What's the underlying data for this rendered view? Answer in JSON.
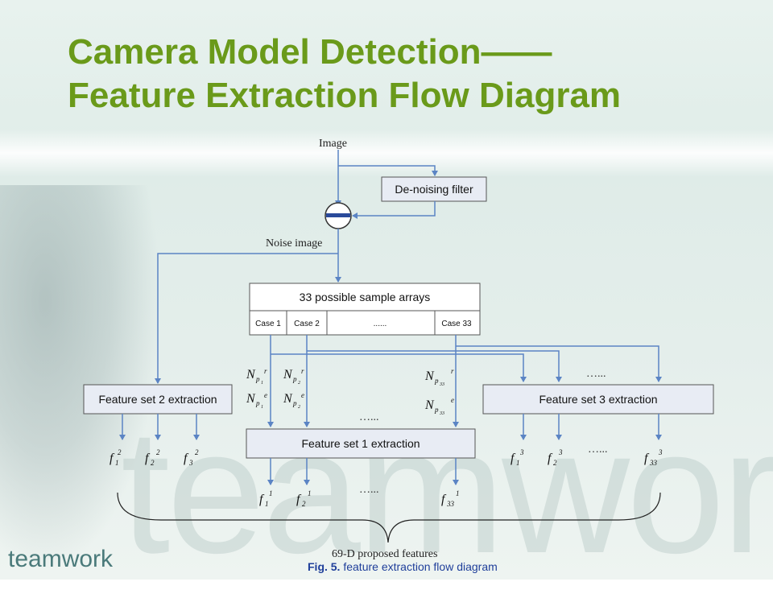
{
  "slide": {
    "title_line1": "Camera Model Detection——",
    "title_line2": "Feature Extraction Flow Diagram",
    "brand": "teamwork",
    "watermark": "teamwork",
    "caption_prefix": "Fig. 5.",
    "caption_text": " feature extraction flow diagram"
  },
  "diagram": {
    "image_label": "Image",
    "denoise_label": "De-noising filter",
    "noise_label": "Noise image",
    "sample_arrays_label": "33 possible sample arrays",
    "cases": [
      "Case 1",
      "Case 2",
      "......",
      "Case 33"
    ],
    "fs1_label": "Feature set 1 extraction",
    "fs2_label": "Feature set 2 extraction",
    "fs3_label": "Feature set 3 extraction",
    "ellipsis": "…...",
    "total_label": "69-D proposed features",
    "n_symbols": [
      {
        "base": "N",
        "sub": "p",
        "subsub": "1",
        "sup": "r"
      },
      {
        "base": "N",
        "sub": "p",
        "subsub": "1",
        "sup": "e"
      },
      {
        "base": "N",
        "sub": "p",
        "subsub": "2",
        "sup": "r"
      },
      {
        "base": "N",
        "sub": "p",
        "subsub": "2",
        "sup": "e"
      },
      {
        "base": "N",
        "sub": "p",
        "subsub": "33",
        "sup": "r"
      },
      {
        "base": "N",
        "sub": "p",
        "subsub": "33",
        "sup": "e"
      }
    ],
    "f2_outputs": [
      {
        "base": "f",
        "sub": "1",
        "sup": "2"
      },
      {
        "base": "f",
        "sub": "2",
        "sup": "2"
      },
      {
        "base": "f",
        "sub": "3",
        "sup": "2"
      }
    ],
    "f1_outputs": [
      {
        "base": "f",
        "sub": "1",
        "sup": "1"
      },
      {
        "base": "f",
        "sub": "2",
        "sup": "1"
      },
      {
        "base": "f",
        "sub": "33",
        "sup": "1"
      }
    ],
    "f3_outputs": [
      {
        "base": "f",
        "sub": "1",
        "sup": "3"
      },
      {
        "base": "f",
        "sub": "2",
        "sup": "3"
      },
      {
        "base": "f",
        "sub": "33",
        "sup": "3"
      }
    ]
  }
}
